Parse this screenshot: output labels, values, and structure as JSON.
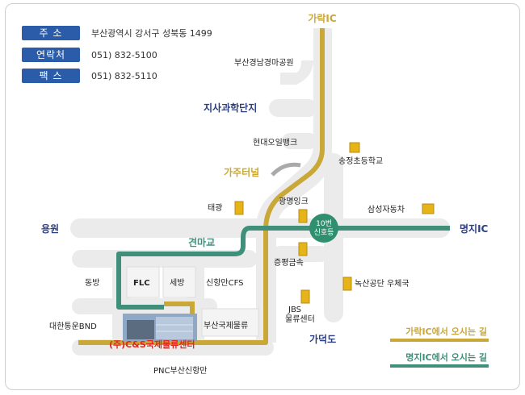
{
  "info": [
    {
      "label": "주  소",
      "value": "부산광역시 강서구 성북동 1499"
    },
    {
      "label": "연락처",
      "value": "051) 832-5100"
    },
    {
      "label": "팩  스",
      "value": "051) 832-5110"
    }
  ],
  "places": {
    "garak_ic": "가락IC",
    "racecourse": "부산경남경마공원",
    "science_park": "지사과학단지",
    "hyundai_oil": "현대오일뱅크",
    "songjeong_school": "송정초등학교",
    "gaju_tunnel": "가주터널",
    "taegwang": "태광",
    "gwangmyeong_ink": "광명잉크",
    "samsung_motors": "삼성자동차",
    "myeongji_ic": "명지IC",
    "yongwon": "용원",
    "signal": "10번\n신호등",
    "gyeonmagyo": "견마교",
    "jeungpyeong": "증평금속",
    "greenpark_post": "녹산공단 우체국",
    "dongbang": "동방",
    "flc": "FLC",
    "sebang": "세방",
    "shinhangman": "신항만CFS",
    "jbs": "JBS\n물류센터",
    "daehan": "대한통운BND",
    "busan_intl": "부산국제물류",
    "gadeokdo": "가덕도",
    "cns_center": "(주)C&S국제물류센터",
    "pnc": "PNC부산신항만"
  },
  "legend": [
    {
      "label": "가락IC에서 오시는 길",
      "color": "#c9a838"
    },
    {
      "label": "명지IC에서 오시는 길",
      "color": "#3f8f7a"
    }
  ],
  "colors": {
    "road": "#ebebeb",
    "route_garak": "#c9a838",
    "route_myeongji": "#3f8f7a",
    "info_bg": "#2a5caa",
    "district": "#2d3f7f",
    "highlight": "#e0281e",
    "building_icon": "#e6b419"
  },
  "icons": [
    "building-icon",
    "truck-icon"
  ]
}
